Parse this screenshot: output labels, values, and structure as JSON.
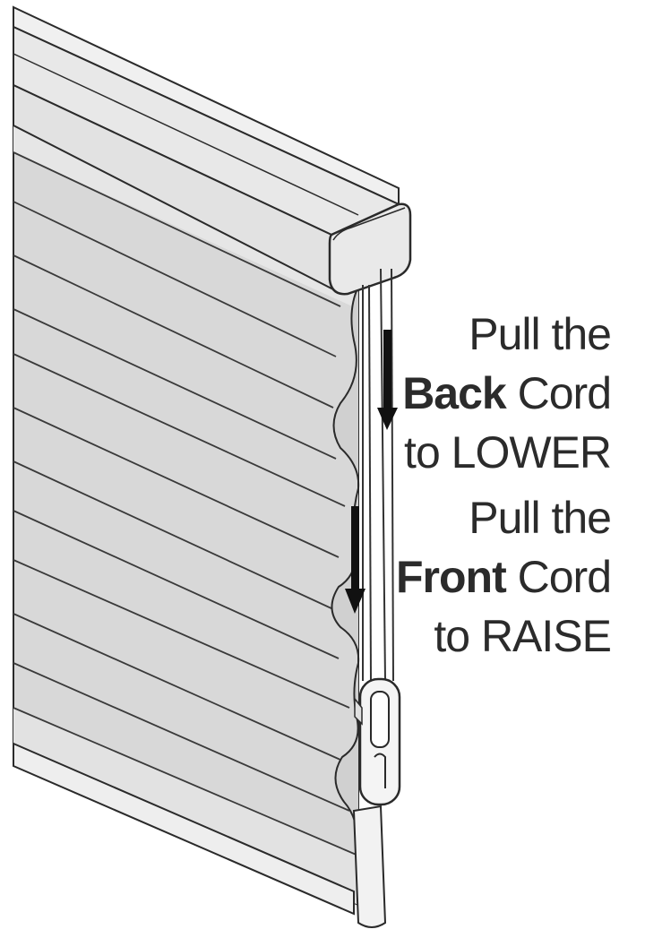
{
  "instructions": {
    "lower": {
      "line1": "Pull the",
      "emphasis": "Back",
      "line2_rest": " Cord",
      "line3": "to LOWER"
    },
    "raise": {
      "line1": "Pull the",
      "emphasis": "Front",
      "line2_rest": " Cord",
      "line3": "to RAISE"
    }
  },
  "colors": {
    "fabric": "#d9d9d9",
    "fabric_shade": "#c9c9c9",
    "headrail": "#e4e4e4",
    "outline": "#2a2a2a",
    "text": "#2b2b2b",
    "arrow": "#111111"
  }
}
